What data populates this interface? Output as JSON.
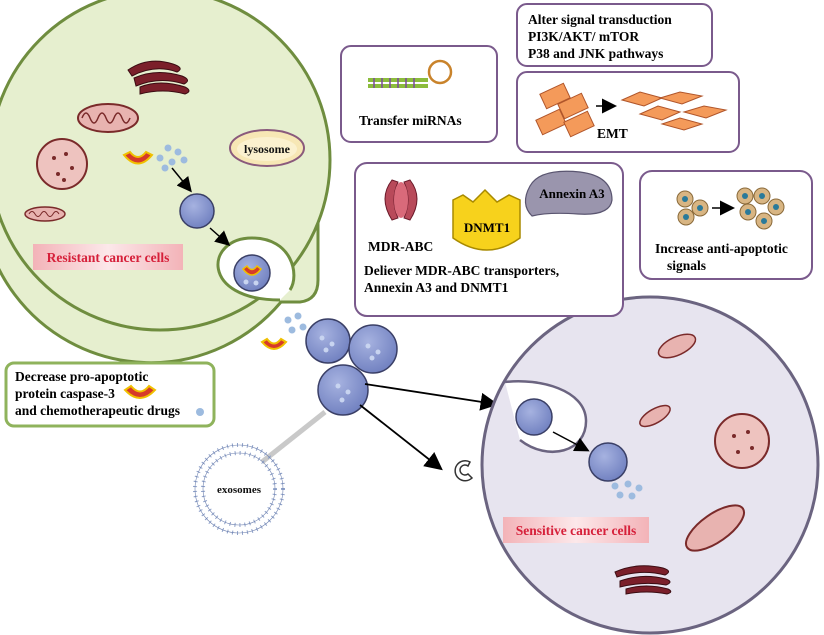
{
  "labels": {
    "lysosome": "lysosome",
    "resistant": "Resistant cancer cells",
    "sensitive": "Sensitive cancer cells",
    "exosomes": "exosomes",
    "transfer": "Transfer miRNAs",
    "emt": "EMT",
    "mdr_abc": "MDR-ABC",
    "dnmt1": "DNMT1",
    "annexin": "Annexin A3",
    "deliver1": "Deliever MDR-ABC transporters,",
    "deliver2": "Annexin A3 and DNMT1",
    "anti1": "Increase anti-apoptotic",
    "anti2": "signals",
    "signal1": "Alter signal transduction",
    "signal2": "PI3K/AKT/ mTOR",
    "signal3": "P38 and JNK pathways",
    "dec1": "Decrease pro-apoptotic",
    "dec2": "protein caspase-3",
    "dec3": "and chemotherapeutic drugs"
  },
  "colors": {
    "resistant_cell_fill": "#e6efcf",
    "resistant_cell_border": "#6f8d3f",
    "sensitive_cell_fill": "#e7e4ef",
    "sensitive_cell_border": "#6b6480",
    "vesicle": "#7f8fc7",
    "box_border": "#7a5a8c",
    "green_box_border": "#8fb35c",
    "label_red": "#d6203a"
  }
}
